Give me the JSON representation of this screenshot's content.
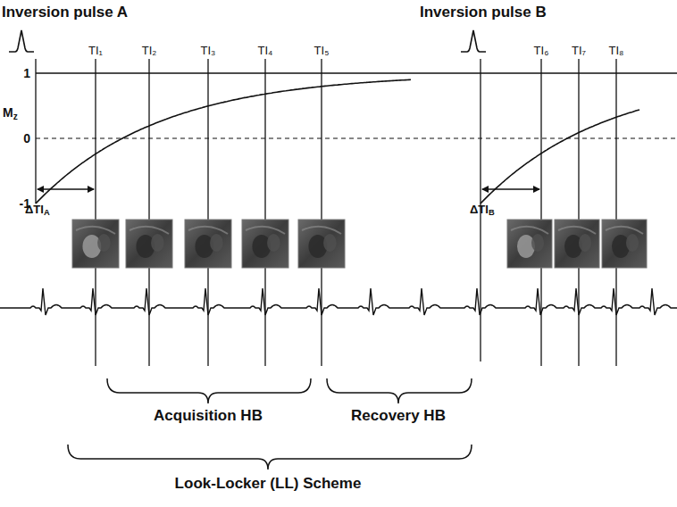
{
  "diagram": {
    "labels": [
      "Inversion pulse A",
      "Inversion pulse B",
      "TI₁",
      "TI₂",
      "TI₃",
      "TI₄",
      "TI₅",
      "TI₆",
      "TI₇",
      "TI₈",
      "1",
      "0",
      "-1",
      "Mz",
      "ΔTIA",
      "ΔTIB",
      "Acquisition HB",
      "Recovery HB",
      "Look-Locker (LL) Scheme"
    ]
  }
}
